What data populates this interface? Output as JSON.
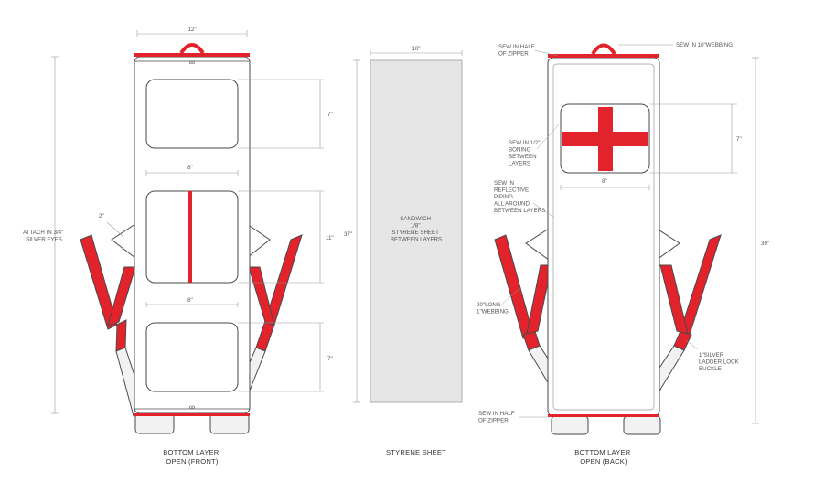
{
  "front": {
    "dim_width": "12\"",
    "dim_pocket_top": "7\"",
    "dim_pocket_mid": "11\"",
    "dim_pocket_bottom": "7\"",
    "dim_pocket_w1": "8\"",
    "dim_pocket_w2": "8\"",
    "dim_2": "2\"",
    "attach_note": [
      "ATTACH IN 3/4\"",
      "SILVER EYES"
    ],
    "caption": [
      "BOTTOM LAYER",
      "OPEN (FRONT)"
    ]
  },
  "styrene": {
    "dim_width": "10\"",
    "dim_height": "37\"",
    "note": [
      "SANDWICH",
      "1/8\"",
      "STYRENE SHEET",
      "BETWEEN LAYERS"
    ],
    "caption": [
      "STYRENE SHEET"
    ]
  },
  "back": {
    "sew_zipper_top": [
      "SEW IN HALF",
      "OF ZIPPER"
    ],
    "sew_webbing": "SEW IN 10\"WEBBING",
    "boning": [
      "SEW IN 1/2\"",
      "BONING",
      "BETWEEN",
      "LAYERS"
    ],
    "piping": [
      "SEW IN",
      "REFLECTIVE",
      "PIPING",
      "ALL AROUND",
      "BETWEEN LAYERS"
    ],
    "webbing_long": [
      "20\"LONG",
      "1\"WEBBING"
    ],
    "buckle": [
      "1\"SILVER",
      "LADDER LOCK",
      "BUCKLE"
    ],
    "sew_zipper_bottom": [
      "SEW IN HALF",
      "OF ZIPPER"
    ],
    "dim_cross_h": "7\"",
    "dim_cross_w": "8\"",
    "dim_height": "39\"",
    "caption": [
      "BOTTOM LAYER",
      "OPEN (BACK)"
    ]
  },
  "colors": {
    "red": "#e3232b",
    "outline": "#4a4a4a",
    "styrene_fill": "#e6e6e6",
    "dim_line": "#9a9a9a"
  }
}
